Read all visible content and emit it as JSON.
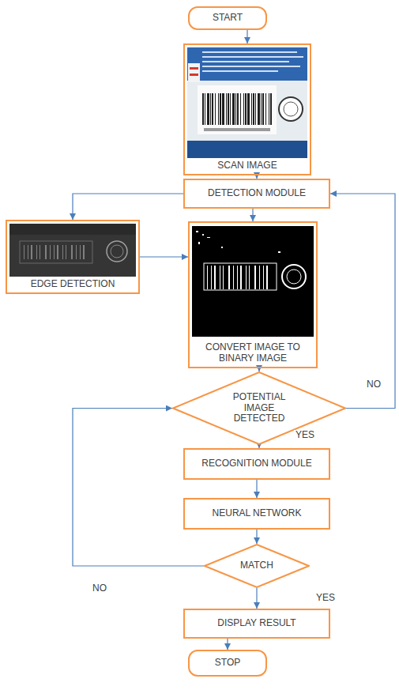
{
  "diagram": {
    "nodes": [
      {
        "text": [
          "START"
        ]
      },
      {
        "text": [
          "SCAN IMAGE"
        ]
      },
      {
        "text": [
          "DETECTION MODULE"
        ]
      },
      {
        "text": [
          "EDGE DETECTION"
        ]
      },
      {
        "text": [
          "CONVERT IMAGE TO BINARY IMAGE"
        ]
      },
      {
        "text": [
          "POTENTIAL IMAGE DETECTED"
        ]
      },
      {
        "text": [
          "RECOGNITION MODULE"
        ]
      },
      {
        "text": [
          "NEURAL NETWORK"
        ]
      },
      {
        "text": [
          "MATCH"
        ]
      },
      {
        "text": [
          "DISPLAY RESULT"
        ]
      },
      {
        "text": [
          "STOP"
        ]
      }
    ],
    "edges": [
      {
        "from": 0,
        "to": 1,
        "arrow": "to"
      },
      {
        "from": 1,
        "to": 2,
        "arrow": "to"
      },
      {
        "from": 2,
        "to": 3,
        "arrow": "to"
      },
      {
        "from": 2,
        "to": 4,
        "arrow": "to"
      },
      {
        "from": 3,
        "to": 4,
        "arrow": "to"
      },
      {
        "from": 4,
        "to": 5,
        "arrow": "to"
      },
      {
        "from": 5,
        "to": 6,
        "label": "YES",
        "arrow": "to"
      },
      {
        "from": 5,
        "to": 2,
        "label": "NO",
        "arrow": "to"
      },
      {
        "from": 6,
        "to": 7,
        "arrow": "to"
      },
      {
        "from": 7,
        "to": 8,
        "arrow": "to"
      },
      {
        "from": 8,
        "to": 5,
        "label": "NO",
        "arrow": "to"
      },
      {
        "from": 8,
        "to": 9,
        "label": "YES",
        "arrow": "to"
      },
      {
        "from": 9,
        "to": 10,
        "arrow": "to"
      }
    ]
  }
}
